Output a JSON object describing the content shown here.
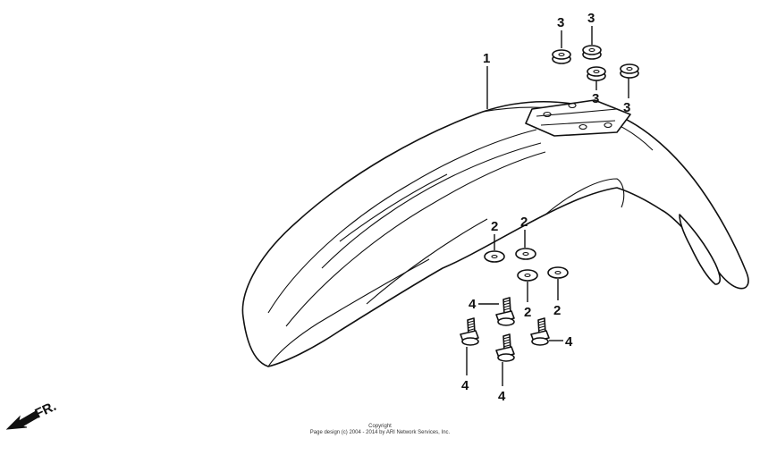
{
  "callouts": {
    "fender": "1",
    "washer_a": "2",
    "washer_b": "2",
    "washer_c": "2",
    "washer_d": "2",
    "grommet_a": "3",
    "grommet_b": "3",
    "grommet_c": "3",
    "grommet_d": "3",
    "bolt_a": "4",
    "bolt_b": "4",
    "bolt_c": "4",
    "bolt_d": "4"
  },
  "direction_label": "FR.",
  "copyright": {
    "line1": "Copyright",
    "line2": "Page design (c) 2004 - 2014 by ARI Network Services, Inc."
  }
}
